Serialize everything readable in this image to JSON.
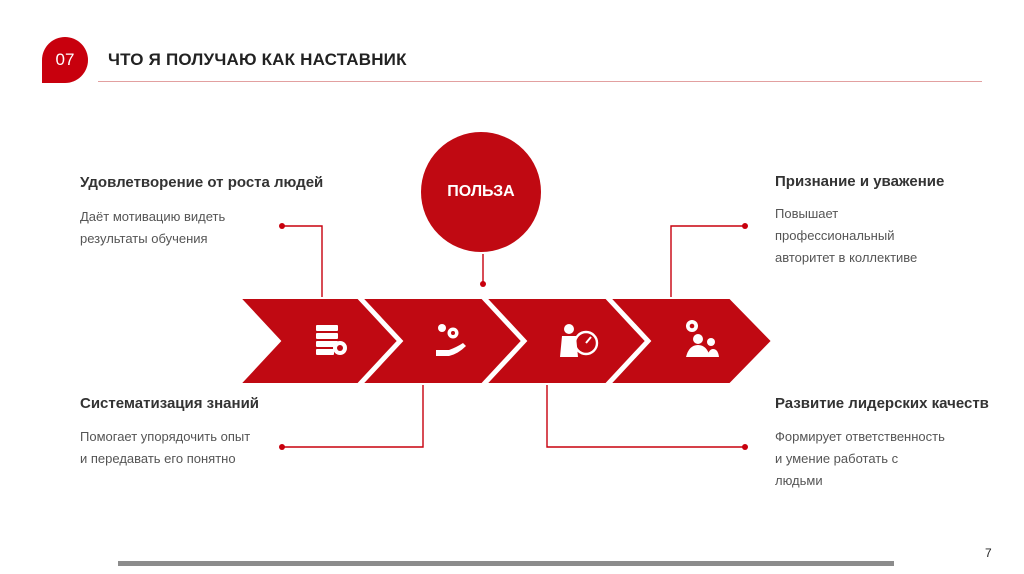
{
  "slide": {
    "number": "07",
    "title": "ЧТО Я ПОЛУЧАЮ КАК НАСТАВНИК",
    "page": "7"
  },
  "center": {
    "label": "ПОЛЬЗА"
  },
  "blocks": {
    "top_left": {
      "title": "Удовлетворение от роста людей",
      "lines": [
        "Даёт мотивацию видеть",
        "результаты обучения"
      ]
    },
    "top_right": {
      "title": "Признание и уважение",
      "lines": [
        "Повышает",
        "профессиональный",
        "авторитет в коллективе"
      ]
    },
    "bottom_left": {
      "title": "Систематизация знаний",
      "lines": [
        "Помогает упорядочить опыт",
        "и передавать его понятно"
      ]
    },
    "bottom_right": {
      "title": "Развитие лидерских качеств",
      "lines": [
        "Формирует ответственность",
        "и умение работать с",
        "людьми"
      ]
    }
  },
  "arrows": [
    {
      "icon": "server-gear-icon"
    },
    {
      "icon": "hand-gears-icon"
    },
    {
      "icon": "worker-clock-icon"
    },
    {
      "icon": "team-gear-icon"
    }
  ],
  "colors": {
    "accent": "#c8000d",
    "arrow": "#c00912",
    "connector": "#c8000d",
    "text": "#333333"
  }
}
